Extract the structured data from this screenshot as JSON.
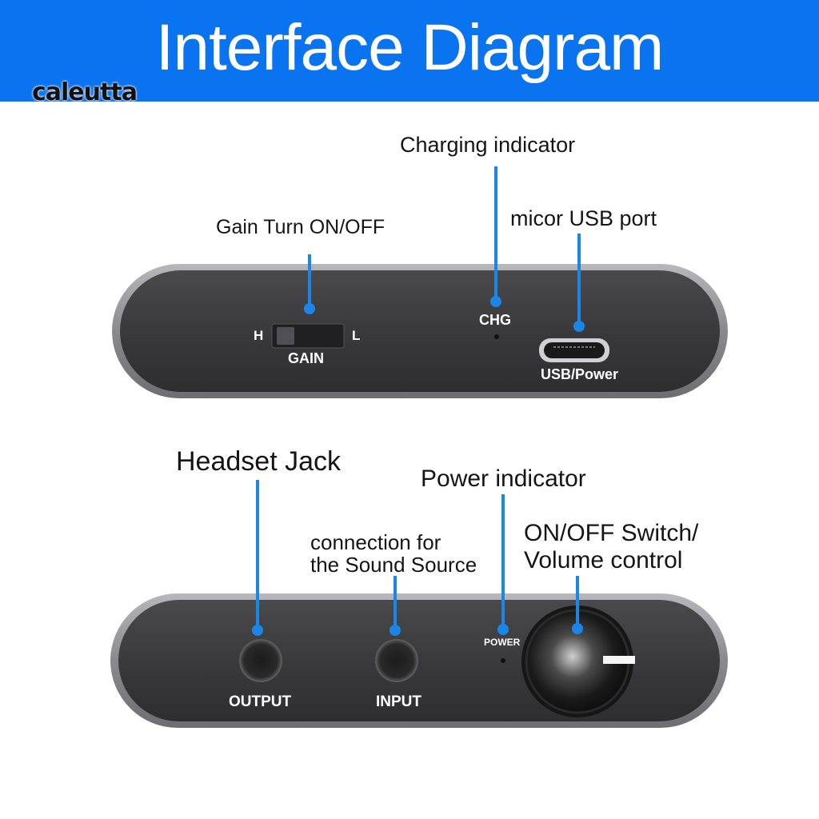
{
  "header": {
    "title": "Interface Diagram",
    "background_color": "#0a73f0",
    "watermark": "caleutta"
  },
  "top_panel": {
    "callouts": {
      "gain": "Gain Turn ON/OFF",
      "charging": "Charging indicator",
      "usb": "micor USB port"
    },
    "printed": {
      "gain_high": "H",
      "gain_low": "L",
      "gain": "GAIN",
      "chg": "CHG",
      "usb_power": "USB/Power"
    }
  },
  "bottom_panel": {
    "callouts": {
      "headset": "Headset Jack",
      "source_line1": "connection for",
      "source_line2": "the Sound Source",
      "power": "Power indicator",
      "switch_line1": "ON/OFF Switch/",
      "switch_line2": "Volume control"
    },
    "printed": {
      "output": "OUTPUT",
      "input": "INPUT",
      "power": "POWER"
    }
  },
  "colors": {
    "leader_line": "#1a86e8",
    "panel_body": "#3a3a3c",
    "panel_rim": "#8e8e92"
  }
}
